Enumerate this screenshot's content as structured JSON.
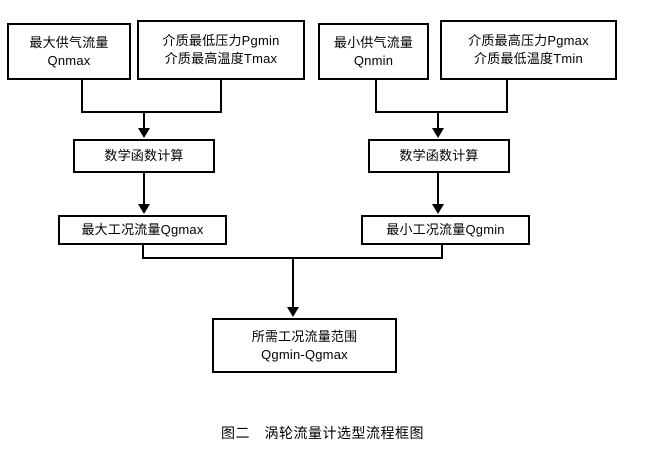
{
  "figure": {
    "caption": "图二　涡轮流量计选型流程框图"
  },
  "nodes": {
    "max_supply_flow": {
      "line1": "最大供气流量",
      "line2": "Qnmax"
    },
    "medium_min_pressure_max_temp": {
      "line1": "介质最低压力Pgmin",
      "line2": "介质最高温度Tmax"
    },
    "min_supply_flow": {
      "line1": "最小供气流量",
      "line2": "Qnmin"
    },
    "medium_max_pressure_min_temp": {
      "line1": "介质最高压力Pgmax",
      "line2": "介质最低温度Tmin"
    },
    "math_function_left": {
      "line1": "数学函数计算"
    },
    "math_function_right": {
      "line1": "数学函数计算"
    },
    "max_working_flow": {
      "line1": "最大工况流量Qgmax"
    },
    "min_working_flow": {
      "line1": "最小工况流量Qgmin"
    },
    "required_flow_range": {
      "line1": "所需工况流量范围",
      "line2": "Qgmin-Qgmax"
    }
  },
  "colors": {
    "stroke": "#000000",
    "background": "#ffffff",
    "text": "#000000"
  }
}
